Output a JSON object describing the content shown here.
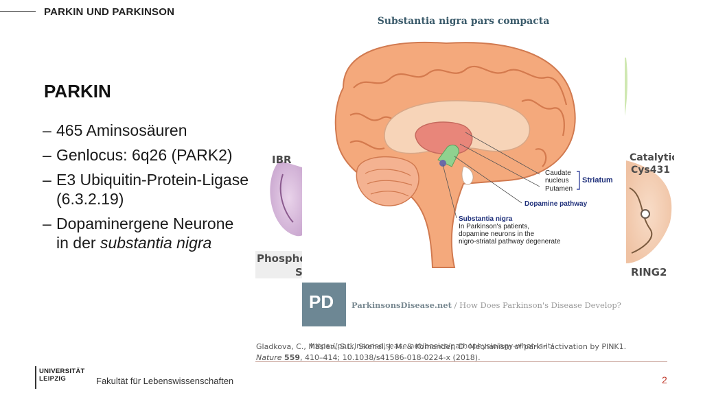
{
  "header": {
    "section": "PARKIN UND PARKINSON"
  },
  "slide": {
    "title": "PARKIN",
    "bullets": [
      {
        "text": "465 Aminsosäuren"
      },
      {
        "text": "Genlocus: 6q26 (PARK2)"
      },
      {
        "text": "E3 Ubiquitin-Protein-Ligase (6.3.2.19)"
      },
      {
        "text_pre": "Dopaminergene Neurone in der ",
        "text_italic": "substantia nigra"
      }
    ],
    "dash": "–"
  },
  "protein_figure": {
    "labels": {
      "ibr": "IBR",
      "phospho": "Phospho",
      "phospho_s": "S",
      "catalytic_1": "Catalytic site",
      "catalytic_2": "Cys431",
      "ring2": "RING2"
    }
  },
  "brain_figure": {
    "title": "Substantia nigra pars compacta",
    "labels": {
      "caudate_1": "Caudate",
      "caudate_2": "nucleus",
      "putamen": "Putamen",
      "striatum": "Striatum",
      "dopamine_pathway": "Dopamine pathway",
      "sn_title": "Substantia nigra",
      "sn_line1": "In Parkinson's patients,",
      "sn_line2": "dopamine neurons in the",
      "sn_line3": "nigro-striatal pathway degenerate"
    },
    "colors": {
      "cortex": "#f4a97c",
      "cortex_dark": "#e0845a",
      "striatum": "#e8867a",
      "pathway": "#8fd18f"
    }
  },
  "source_banner": {
    "logo": "PD",
    "brand": "ParkinsonsDisease.net",
    "rest": " / How Does Parkinson's Disease Develop?"
  },
  "citation": {
    "authors": "Gladkova, C., Maslen, S.L., Skehel, J. M. & Komander, D. Mechanism of parkin activation by PINK1.",
    "journal": "Nature",
    "volume": "559",
    "rest": ", 410–414; 10.1038/s41586-018-0224-x (2018).",
    "url": "https://parkinsonsdisease.net/basics/pathophysiology-what-is-it/"
  },
  "footer": {
    "logo_line1": "UNIVERSITÄT",
    "logo_line2": "LEIPZIG",
    "faculty": "Fakultät für Lebenswissenschaften",
    "page": "2"
  }
}
